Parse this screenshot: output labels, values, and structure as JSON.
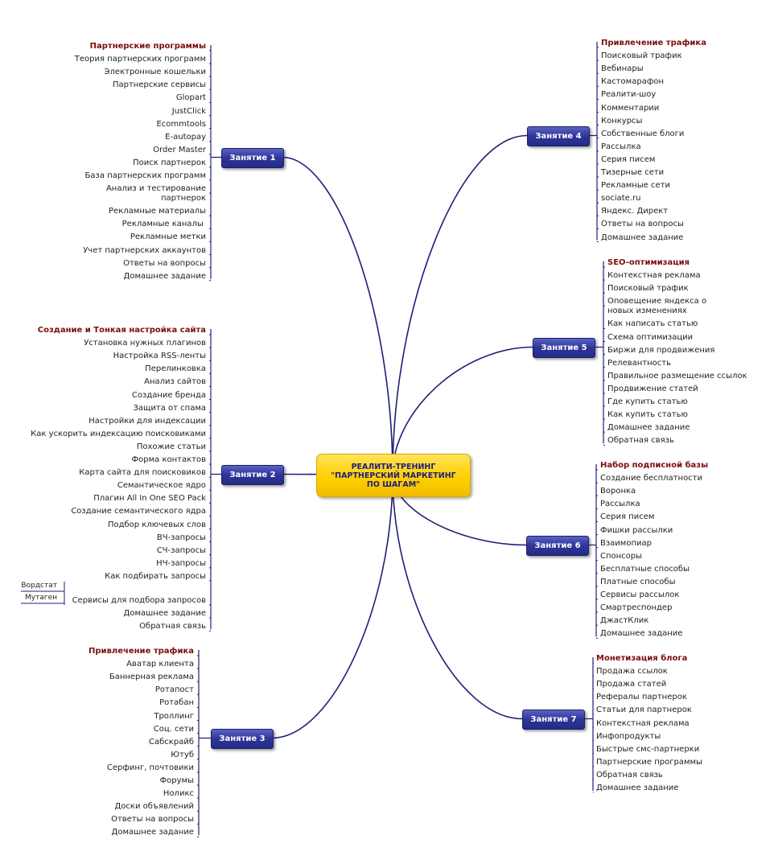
{
  "center": {
    "title": "РЕАЛИТИ-ТРЕНИНГ\n\"ПАРТНЕРСКИЙ МАРКЕТИНГ\nПО ШАГАМ\""
  },
  "colors": {
    "link": "#1e1e7a",
    "header_text": "#7b0d0d",
    "lesson_fill": "#2e3598",
    "center_fill": "#ffd000"
  },
  "lessons": [
    {
      "label": "Занятие 1",
      "items": [
        "Партнерские программы",
        "Теория партнерских программ",
        "Электронные кошельки",
        "Партнерские сервисы",
        "Glopart",
        "JustClick",
        "Ecommtools",
        "E-autopay",
        "Order Master",
        "Поиск партнерок",
        "База партнерских программ",
        "Анализ и тестирование\nпартнерок",
        "Рекламные материалы",
        "Рекламные каналы ",
        "Рекламные метки",
        "Учет партнерских аккаунтов",
        "Ответы на вопросы",
        "Домашнее задание"
      ]
    },
    {
      "label": "Занятие 2",
      "items": [
        "Создание и Тонкая настройка сайта",
        "Установка нужных плагинов",
        "Настройка RSS-ленты",
        "Перелинковка",
        "Анализ сайтов",
        "Создание бренда",
        "Защита от спама",
        "Настройки для индексации",
        "Как ускорить индексацию поисковиками",
        "Похожие статьи",
        "Форма контактов",
        "Карта сайта для поисковиков",
        "Семантическое ядро",
        "Плагин All In One SEO Pack",
        "Создание семантического ядра",
        "Подбор ключевых слов",
        "ВЧ-запросы",
        "СЧ-запросы",
        "НЧ-запросы",
        "Как подбирать запросы",
        "Сервисы для подбора запросов",
        "Домашнее задание",
        "Обратная связь"
      ],
      "subitems": [
        "Вордстат",
        "Мутаген"
      ]
    },
    {
      "label": "Занятие 3",
      "items": [
        "Привлечение трафика",
        "Аватар клиента",
        "Баннерная реклама",
        "Ротапост",
        "Ротабан",
        "Троллинг",
        "Соц. сети",
        "Сабскрайб",
        "Ютуб",
        "Серфинг, почтовики",
        "Форумы",
        "Ноликс",
        "Доски объявлений",
        "Ответы на вопросы",
        "Домашнее задание"
      ]
    },
    {
      "label": "Занятие 4",
      "items": [
        "Привлечение трафика",
        "Поисковый трафик",
        "Вебинары",
        "Кастомарафон",
        "Реалити-шоу",
        "Комментарии",
        "Конкурсы",
        "Собственные блоги",
        "Рассылка",
        "Серия писем",
        "Тизерные сети",
        "Рекламные сети",
        "sociate.ru",
        "Яндекс. Директ",
        "Ответы на вопросы",
        "Домашнее задание"
      ]
    },
    {
      "label": "Занятие 5",
      "items": [
        "SEO-оптимизация",
        "Контекстная реклама",
        "Поисковый трафик",
        "Оповещение яндекса о\nновых изменениях",
        "Как написать статью",
        "Схема оптимизации",
        "Биржи для продвижения",
        "Релевантность",
        "Правильное размещение ссылок",
        "Продвижение статей",
        "Где купить статью",
        "Как купить статью",
        "Домашнее задание",
        "Обратная связь"
      ]
    },
    {
      "label": "Занятие 6",
      "items": [
        "Набор подписной базы",
        "Создание бесплатности",
        "Воронка",
        "Рассылка",
        "Серия писем",
        "Фишки рассылки",
        "Взаимопиар",
        "Спонсоры",
        "Бесплатные способы",
        "Платные способы",
        "Сервисы рассылок",
        "Смартреспондер",
        "ДжастКлик",
        "Домашнее задание"
      ]
    },
    {
      "label": "Занятие 7",
      "items": [
        "Монетизация блога",
        "Продажа ссылок",
        "Продажа статей",
        "Рефералы партнерок",
        "Статьи для партнерок",
        "Контекстная реклама",
        "Инфопродукты",
        "Быстрые смс-партнерки",
        "Партнерские программы",
        "Обратная связь",
        "Домашнее задание"
      ]
    }
  ]
}
